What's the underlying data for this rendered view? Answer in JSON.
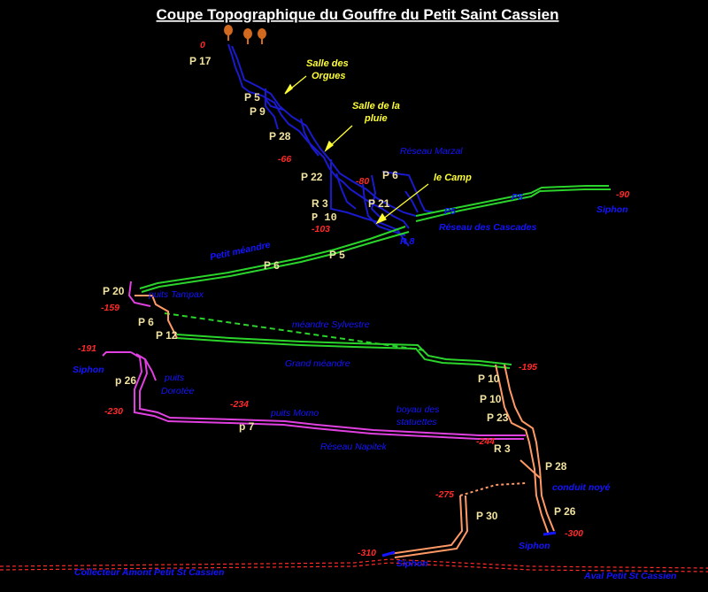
{
  "title": "Coupe Topographique du Gouffre du Petit Saint Cassien",
  "colors": {
    "background": "#000000",
    "title": "#ffffff",
    "pit_label": "#f2e2a0",
    "depth": "#ff2a2a",
    "blue_label": "#1414ff",
    "yellow_label": "#ffff33",
    "upper_network": "#1a1acc",
    "green_network": "#2bd42b",
    "magenta_network": "#e040e0",
    "orange_network": "#ff9966",
    "collector": "#ff2a2a",
    "tree": "#d2691e"
  },
  "depths": [
    {
      "id": "d0",
      "text": "0"
    },
    {
      "id": "d66",
      "text": "-66"
    },
    {
      "id": "d80",
      "text": "-80"
    },
    {
      "id": "d103",
      "text": "-103"
    },
    {
      "id": "d90",
      "text": "-90"
    },
    {
      "id": "d159",
      "text": "-159"
    },
    {
      "id": "d191",
      "text": "-191"
    },
    {
      "id": "d195",
      "text": "-195"
    },
    {
      "id": "d230",
      "text": "-230"
    },
    {
      "id": "d234",
      "text": "-234"
    },
    {
      "id": "d244",
      "text": "-244"
    },
    {
      "id": "d275",
      "text": "-275"
    },
    {
      "id": "d300",
      "text": "-300"
    },
    {
      "id": "d310",
      "text": "-310"
    }
  ],
  "pits": [
    {
      "id": "p17",
      "text": "P 17"
    },
    {
      "id": "p5a",
      "text": "P 5"
    },
    {
      "id": "p9",
      "text": "P 9"
    },
    {
      "id": "p28a",
      "text": "P 28"
    },
    {
      "id": "p22",
      "text": "P 22"
    },
    {
      "id": "p6a",
      "text": "P 6"
    },
    {
      "id": "r3a",
      "text": "R 3"
    },
    {
      "id": "p21",
      "text": "P 21"
    },
    {
      "id": "p5b",
      "text": "P 5"
    },
    {
      "id": "p6b",
      "text": "P 6"
    },
    {
      "id": "p20",
      "text": "P 20"
    },
    {
      "id": "p6c",
      "text": "P 6"
    },
    {
      "id": "p12",
      "text": "P 12"
    },
    {
      "id": "p26a",
      "text": "p 26"
    },
    {
      "id": "p7",
      "text": "p 7"
    },
    {
      "id": "p10a",
      "text": "P 10"
    },
    {
      "id": "p10b",
      "text": "P 10"
    },
    {
      "id": "p23",
      "text": "P 23"
    },
    {
      "id": "r3b",
      "text": "R 3"
    },
    {
      "id": "p28b",
      "text": "P 28"
    },
    {
      "id": "p30",
      "text": "P 30"
    },
    {
      "id": "p26b",
      "text": "P 26"
    }
  ],
  "pit_mono": {
    "text": "P 10"
  },
  "blue_labels": [
    {
      "id": "marzal",
      "text": "Réseau Marzal"
    },
    {
      "id": "p5bleu1",
      "text": "P5"
    },
    {
      "id": "p5bleu2",
      "text": "P5"
    },
    {
      "id": "siphon1",
      "text": "Siphon"
    },
    {
      "id": "cascades",
      "text": "Réseau des Cascades"
    },
    {
      "id": "r8",
      "text": "R 8"
    },
    {
      "id": "petitmeandre",
      "text": "Petit méandre"
    },
    {
      "id": "tampax",
      "text": "puits Tampax"
    },
    {
      "id": "sylvestre",
      "text": "méandre Sylvestre"
    },
    {
      "id": "grandmeandre",
      "text": "Grand méandre"
    },
    {
      "id": "siphon2",
      "text": "Siphon"
    },
    {
      "id": "puits",
      "text": "puits"
    },
    {
      "id": "dorotee",
      "text": "Dorotée"
    },
    {
      "id": "momo",
      "text": "puits Momo"
    },
    {
      "id": "boyau1",
      "text": "boyau des"
    },
    {
      "id": "boyau2",
      "text": "statuettes"
    },
    {
      "id": "napitek",
      "text": "Réseau Napitek"
    },
    {
      "id": "conduit",
      "text": "conduit noyé"
    },
    {
      "id": "siphon3",
      "text": "Siphon"
    },
    {
      "id": "siphon4",
      "text": "Siphon"
    },
    {
      "id": "collecteur",
      "text": "Collecteur Amont Petit St Cassien"
    },
    {
      "id": "aval",
      "text": "Aval Petit St Cassien"
    }
  ],
  "yellow_labels": [
    {
      "id": "salledes",
      "text": "Salle des"
    },
    {
      "id": "orgues",
      "text": "Orgues"
    },
    {
      "id": "salledela",
      "text": "Salle de la"
    },
    {
      "id": "pluie",
      "text": "pluie"
    },
    {
      "id": "camp",
      "text": "le Camp"
    }
  ]
}
